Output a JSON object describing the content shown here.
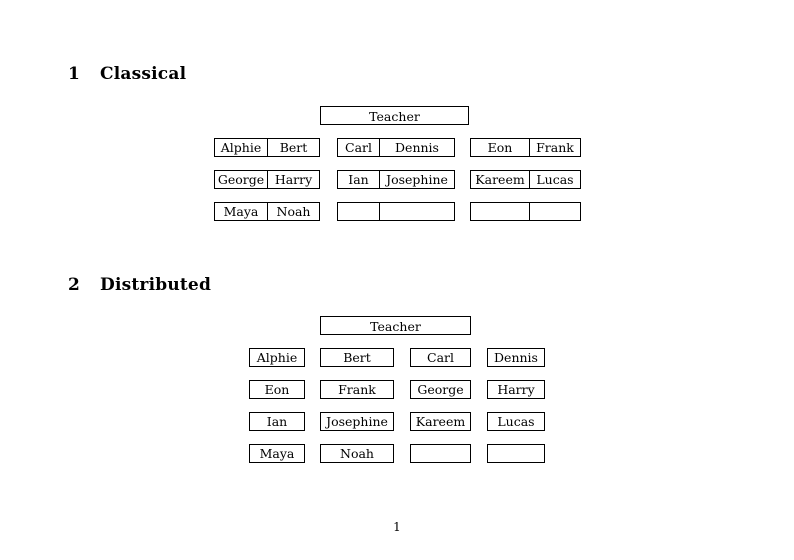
{
  "document": {
    "page_number": "1"
  },
  "sections": [
    {
      "number": "1",
      "title": "Classical",
      "root": {
        "label": "Teacher"
      },
      "layout": "grouped-pairs",
      "groups": [
        {
          "rows": [
            [
              "Alphie",
              "Bert"
            ],
            [
              "George",
              "Harry"
            ],
            [
              "Maya",
              "Noah"
            ]
          ]
        },
        {
          "rows": [
            [
              "Carl",
              "Dennis"
            ],
            [
              "Ian",
              "Josephine"
            ],
            [
              "",
              ""
            ]
          ]
        },
        {
          "rows": [
            [
              "Eon",
              "Frank"
            ],
            [
              "Kareem",
              "Lucas"
            ],
            [
              "",
              ""
            ]
          ]
        }
      ]
    },
    {
      "number": "2",
      "title": "Distributed",
      "root": {
        "label": "Teacher"
      },
      "layout": "individual-boxes",
      "rows": [
        [
          "Alphie",
          "Bert",
          "Carl",
          "Dennis"
        ],
        [
          "Eon",
          "Frank",
          "George",
          "Harry"
        ],
        [
          "Ian",
          "Josephine",
          "Kareem",
          "Lucas"
        ],
        [
          "Maya",
          "Noah",
          "",
          ""
        ]
      ]
    }
  ]
}
